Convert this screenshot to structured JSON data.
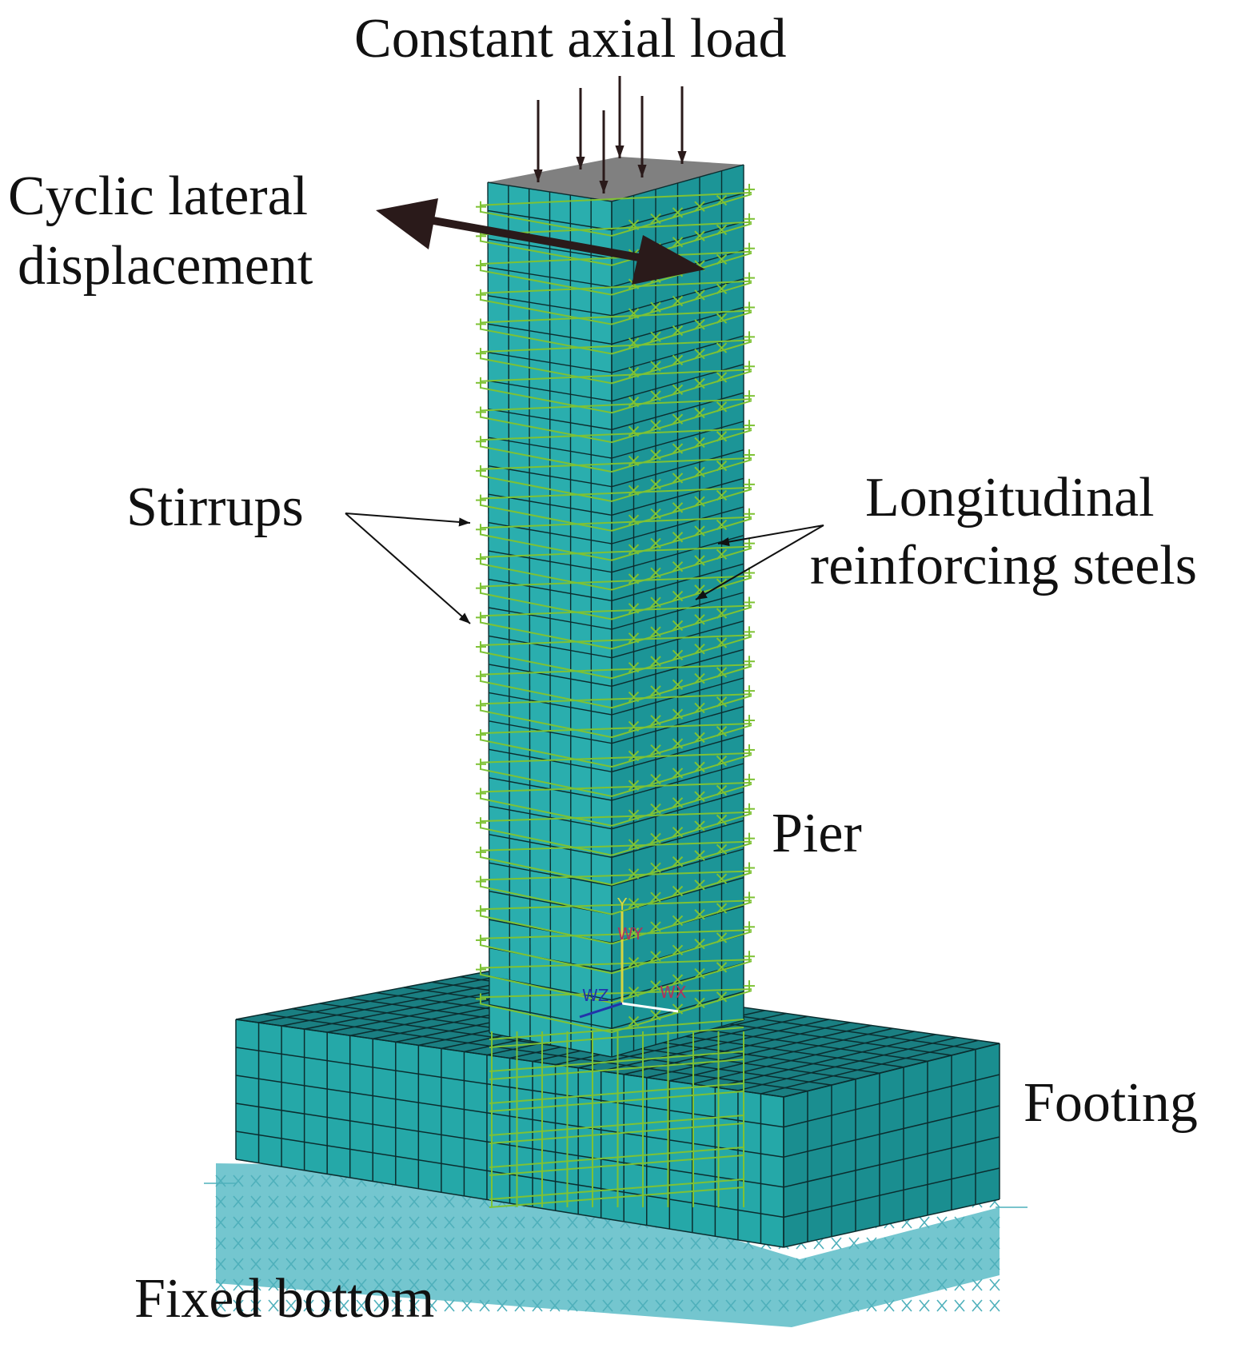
{
  "labels": {
    "axial_load": "Constant axial load",
    "cyclic_line1": "Cyclic lateral",
    "cyclic_line2": "displacement",
    "stirrups": "Stirrups",
    "longitudinal_line1": "Longitudinal",
    "longitudinal_line2": "reinforcing steels",
    "pier": "Pier",
    "footing": "Footing",
    "fixed_bottom": "Fixed bottom"
  },
  "axis_triad": {
    "y": "Y",
    "wy": "WY",
    "wz": "WZ",
    "wx": "WX"
  },
  "colors": {
    "concrete_front": "#25a8a8",
    "concrete_side": "#1a8e90",
    "mesh_line": "#0b2d2f",
    "steel": "#7ec234",
    "load_plate": "#808080",
    "fixed_support": "#74c6cf",
    "arrow": "#2a1a1a"
  },
  "icons": [
    "axial-load-arrows",
    "double-headed-arrow",
    "leader-arrows",
    "coordinate-triad"
  ]
}
